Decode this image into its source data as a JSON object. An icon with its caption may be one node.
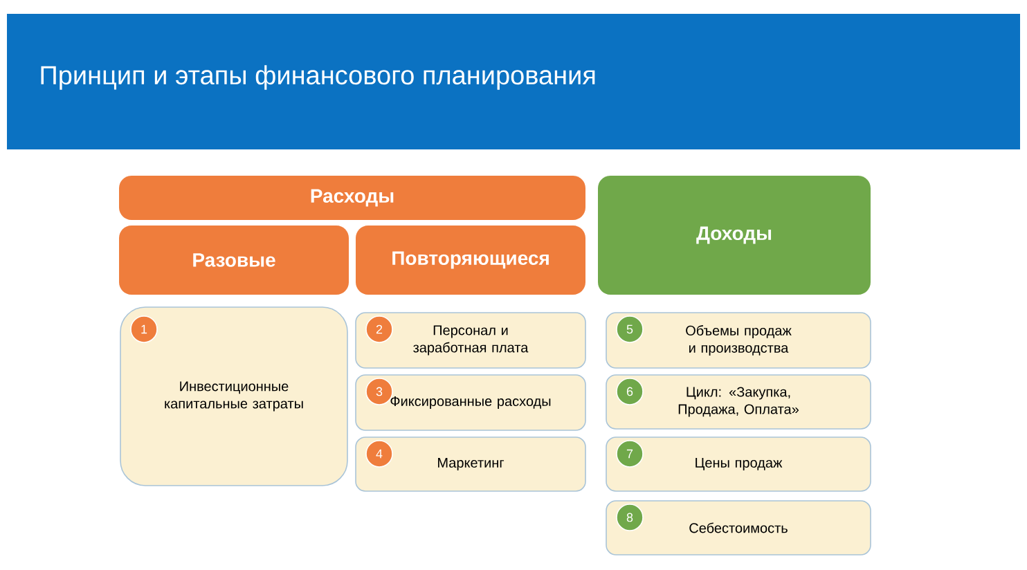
{
  "diagram": {
    "title": "Принцип и этапы финансового планирования",
    "nodes": [
      {
        "text": [
          "Расходы"
        ]
      },
      {
        "text": [
          "Разовые"
        ]
      },
      {
        "text": [
          "Повторяющиеся"
        ]
      },
      {
        "text": [
          "Доходы"
        ]
      },
      {
        "text": [
          "Инвестиционные капитальные затраты"
        ]
      },
      {
        "text": [
          "1"
        ],
        "in": 4
      },
      {
        "text": [
          "Персонал и заработная плата"
        ]
      },
      {
        "text": [
          "2"
        ],
        "in": 6
      },
      {
        "text": [
          "Фиксированные расходы"
        ]
      },
      {
        "text": [
          "3"
        ],
        "in": 8
      },
      {
        "text": [
          "Маркетинг"
        ]
      },
      {
        "text": [
          "4"
        ],
        "in": 10
      },
      {
        "text": [
          "Объемы продаж и производства"
        ]
      },
      {
        "text": [
          "5"
        ],
        "in": 12
      },
      {
        "text": [
          "Цикл: «Закупка, Продажа, Оплата»"
        ]
      },
      {
        "text": [
          "6"
        ],
        "in": 14
      },
      {
        "text": [
          "Цены продаж"
        ]
      },
      {
        "text": [
          "7"
        ],
        "in": 16
      },
      {
        "text": [
          "Себестоимость"
        ]
      },
      {
        "text": [
          "8"
        ],
        "in": 18
      }
    ]
  }
}
